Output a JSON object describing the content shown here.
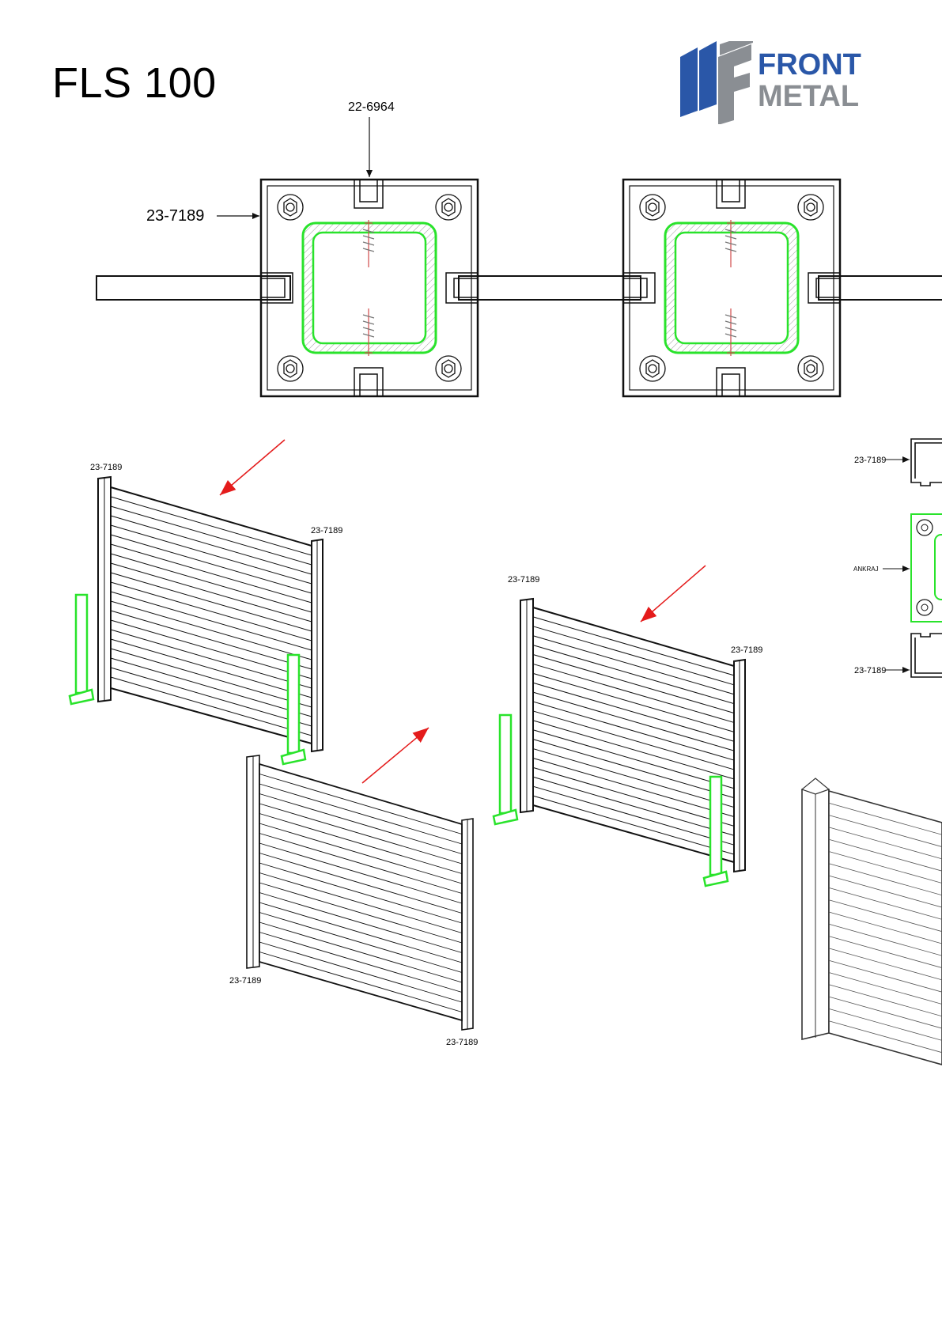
{
  "title": "FLS 100",
  "logo": {
    "line1": "FRONT",
    "line2": "METAL",
    "blue": "#2a57a8",
    "gray": "#8a8e93"
  },
  "colors": {
    "post": "#29e32b",
    "arrow": "#e41b1b",
    "line": "#111111"
  },
  "labels": {
    "top_clip": "22-6964",
    "section_post": "23-7189",
    "iso_a_top": "23-7189",
    "iso_a_right": "23-7189",
    "iso_b_left": "23-7189",
    "iso_b_right": "23-7189",
    "iso_c_top": "23-7189",
    "iso_c_right": "23-7189",
    "side_top": "23-7189",
    "side_mid": "ANKRAJ",
    "side_bot": "23-7189"
  }
}
